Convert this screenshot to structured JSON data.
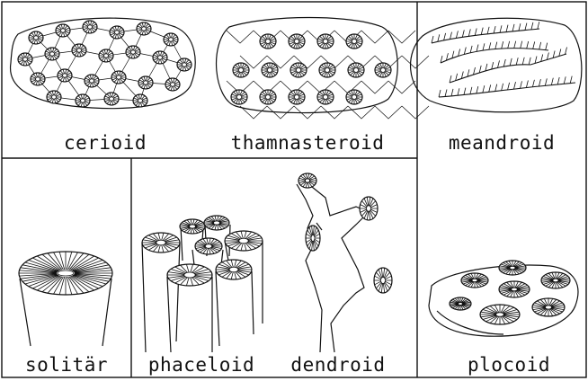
{
  "figure": {
    "labels": {
      "cerioid": "cerioid",
      "thamnasteroid": "thamnasteroid",
      "meandroid": "meandroid",
      "solitaer": "solitär",
      "phaceloid": "phaceloid",
      "dendroid": "dendroid",
      "plocoid": "plocoid"
    }
  }
}
